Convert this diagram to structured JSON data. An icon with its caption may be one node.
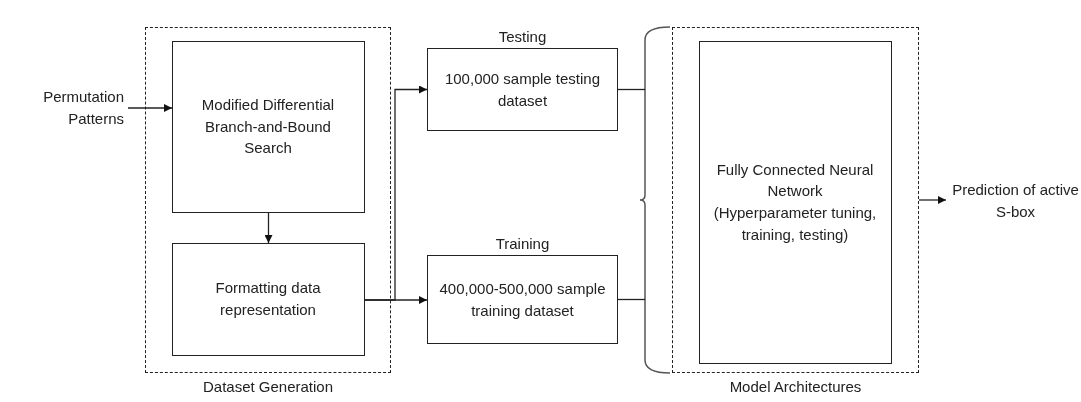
{
  "diagram": {
    "nodes": [
      {
        "text": [
          "Dataset Generation"
        ]
      },
      {
        "text": [
          "Modified Differential Branch-and-Bound Search"
        ],
        "in": 0
      },
      {
        "text": [
          "Formatting data representation"
        ],
        "in": 0
      },
      {
        "text": [
          "Permutation Patterns"
        ]
      },
      {
        "text": [
          "100,000 sample testing dataset"
        ],
        "beside": [
          "Testing"
        ]
      },
      {
        "text": [
          "400,000-500,000 sample training dataset"
        ],
        "beside": [
          "Training"
        ]
      },
      {
        "text": [
          "Model Architectures"
        ]
      },
      {
        "text": [
          "Fully Connected Neural Network (Hyperparameter tuning, training, testing)"
        ],
        "in": 6
      },
      {
        "text": [
          "Prediction of active S-box"
        ]
      }
    ],
    "edges": [
      {
        "from": 3,
        "to": 1,
        "arrow": "to"
      },
      {
        "from": 1,
        "to": 2,
        "arrow": "to"
      },
      {
        "from": 2,
        "to": 4,
        "arrow": "to"
      },
      {
        "from": 2,
        "to": 5,
        "arrow": "to"
      },
      {
        "from": 4,
        "to": 6,
        "arrow": "none"
      },
      {
        "from": 5,
        "to": 6,
        "arrow": "none"
      },
      {
        "from": 6,
        "to": 8,
        "arrow": "to"
      }
    ]
  }
}
